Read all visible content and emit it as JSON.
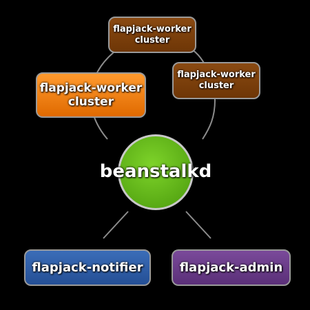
{
  "diagram": {
    "hub": {
      "label": "beanstalkd",
      "color": "#5cb31a"
    },
    "workers": [
      {
        "line1": "flapjack-worker",
        "line2": "cluster",
        "color": "#7a4010"
      },
      {
        "line1": "flapjack-worker",
        "line2": "cluster",
        "color": "#7a4010"
      },
      {
        "line1": "flapjack-worker",
        "line2": "cluster",
        "color": "#f07d10"
      }
    ],
    "notifier": {
      "label": "flapjack-notifier",
      "color": "#2f5fa8"
    },
    "admin": {
      "label": "flapjack-admin",
      "color": "#6a3c88"
    },
    "connector_color": "#8c8c8c"
  }
}
